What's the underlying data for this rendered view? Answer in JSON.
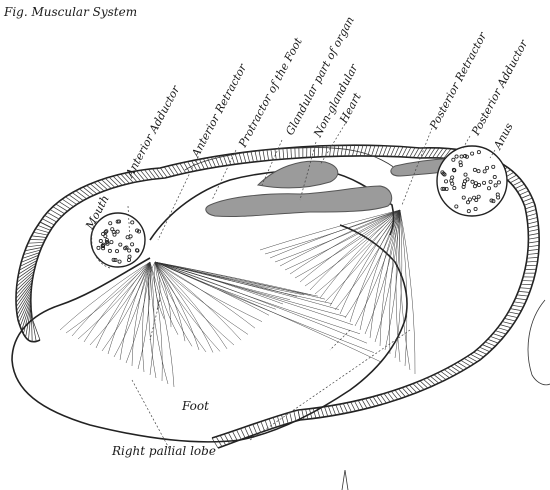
{
  "figure": {
    "caption_fragment": "Fig. Muscular System",
    "labels": {
      "mouth": "Mouth",
      "anterior_adductor": "Anterior Adductor",
      "anterior_retractor": "Anterior Retractor",
      "protractor_foot": "Protractor of the Foot",
      "glandular_organ": "Glandular part of organ",
      "non_glandular": "Non-glandular",
      "heart": "Heart",
      "posterior_retractor": "Posterior Retractor",
      "posterior_adductor": "Posterior Adductor",
      "anus": "Anus",
      "foot": "Foot",
      "right_pallial_lobe": "Right pallial lobe"
    }
  }
}
